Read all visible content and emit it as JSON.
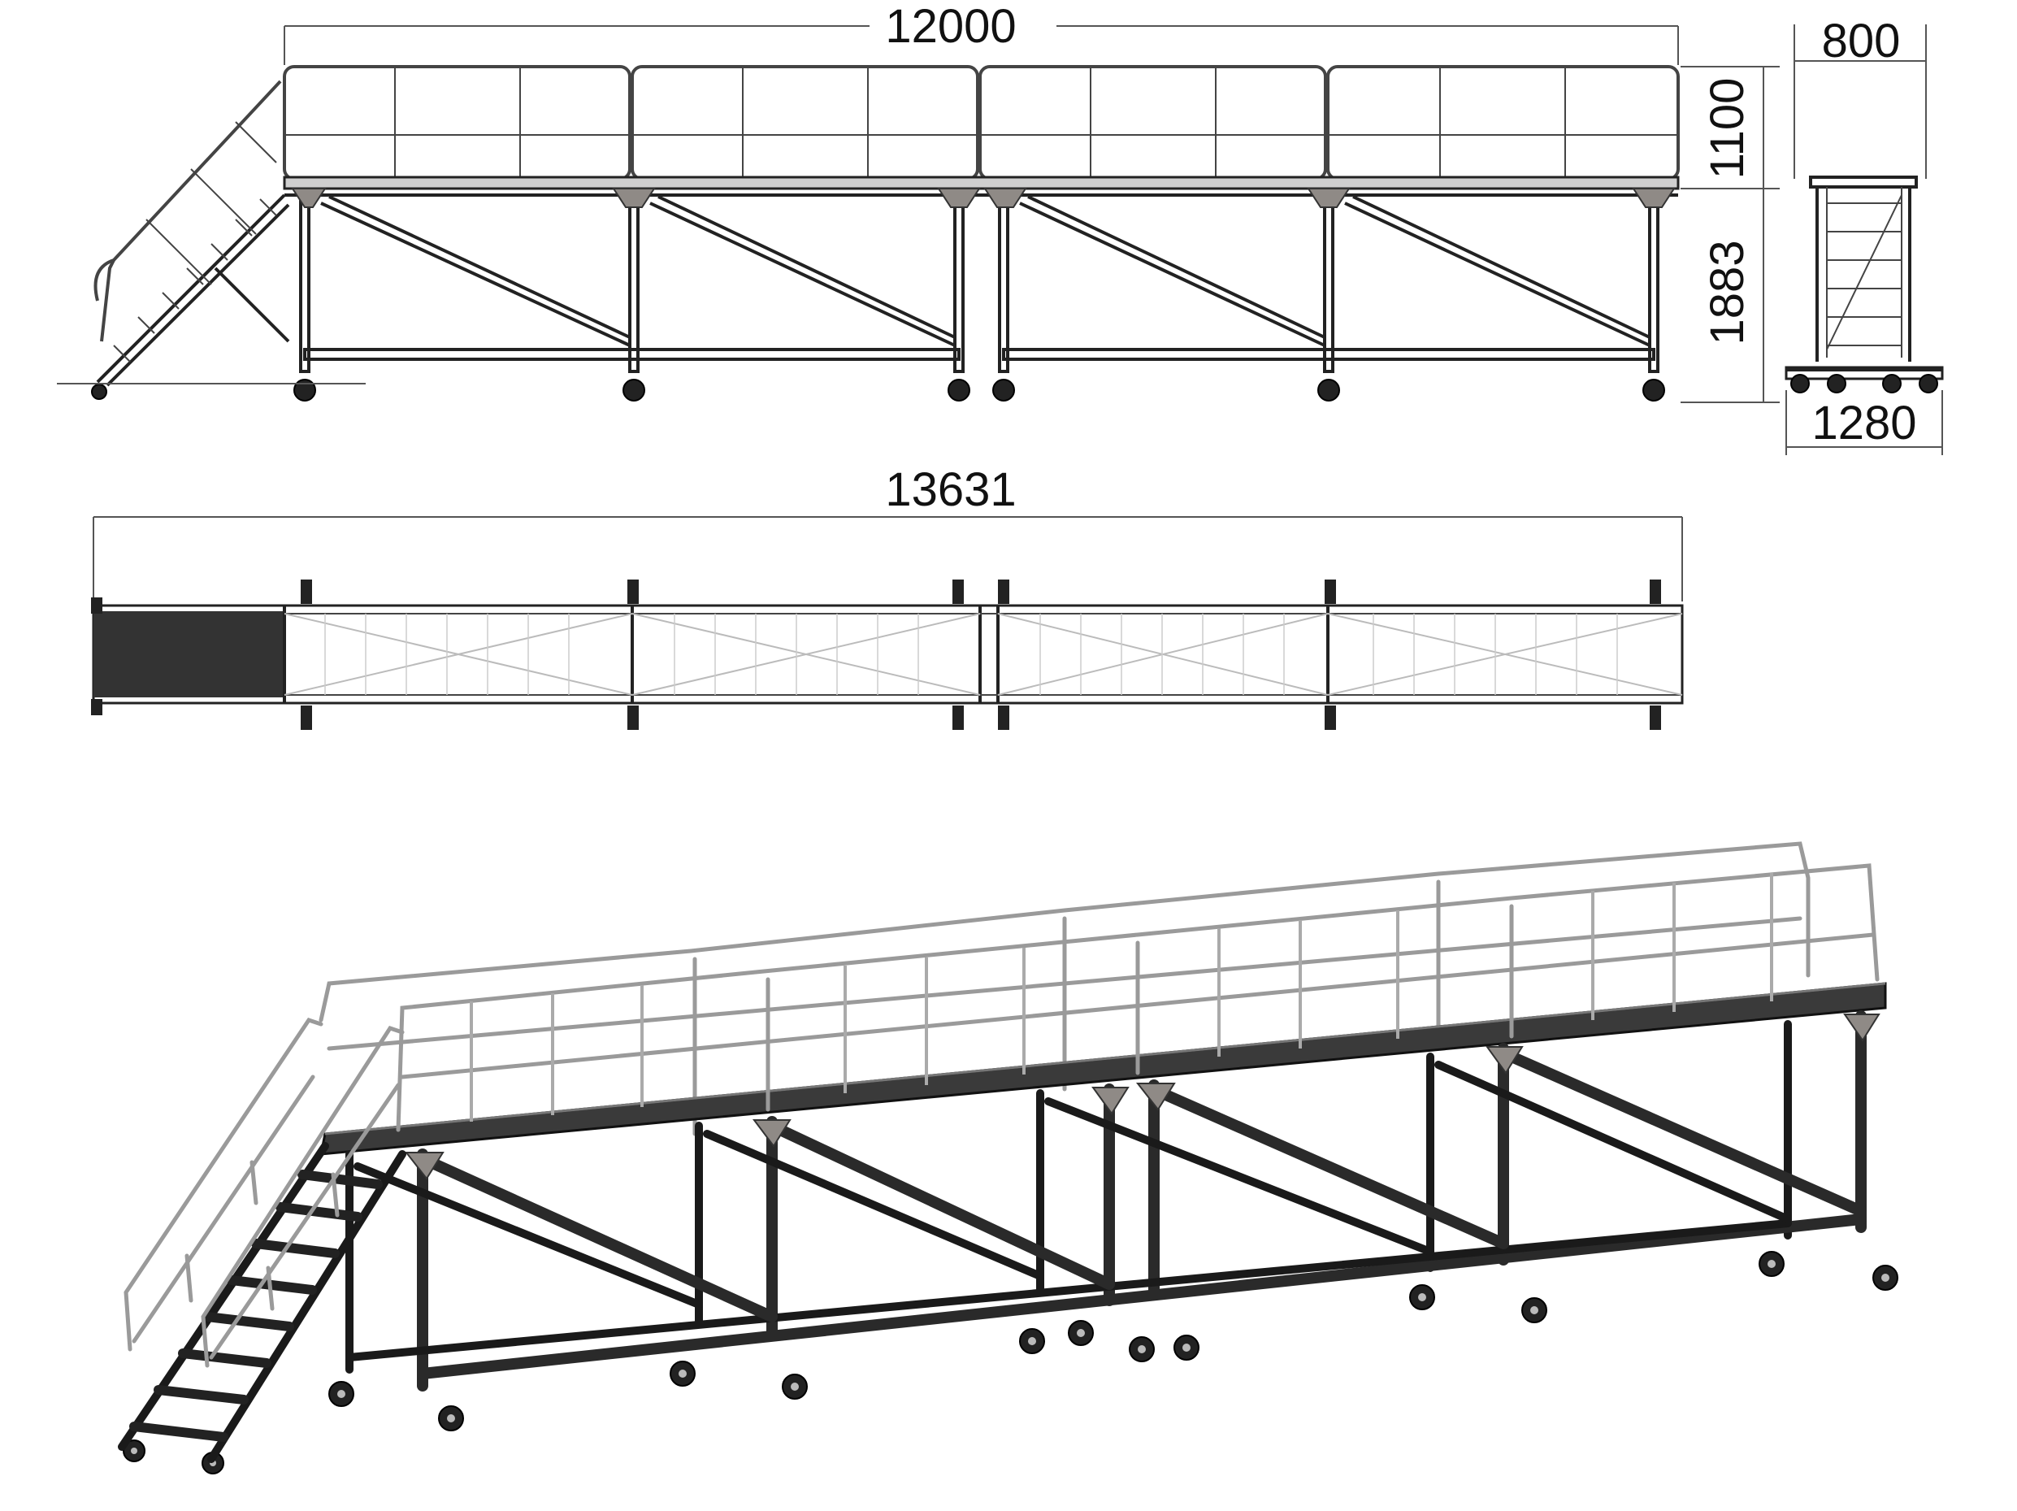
{
  "dimensions": {
    "side_length": "12000",
    "rail_height": "1100",
    "deck_height": "1883",
    "end_top_width": "800",
    "end_base_width": "1280",
    "plan_total_length": "13631"
  }
}
